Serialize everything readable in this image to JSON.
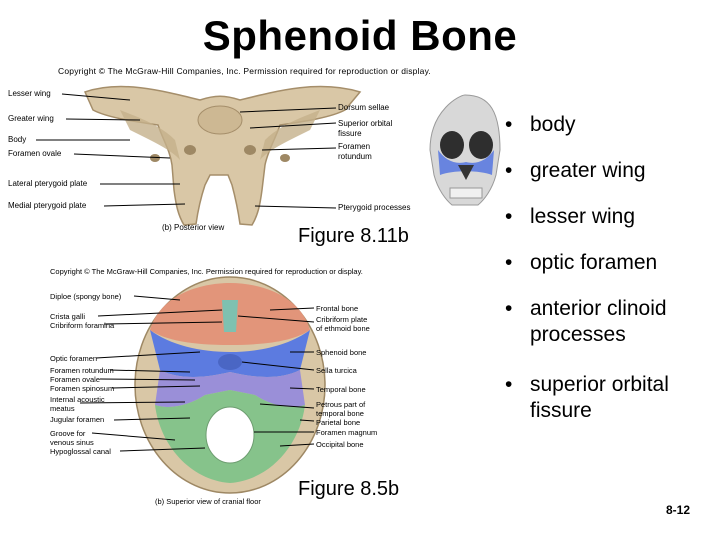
{
  "title": "Sphenoid Bone",
  "copyright_top": "Copyright © The McGraw-Hill Companies, Inc. Permission required for reproduction or display.",
  "copyright_bottom": "Copyright © The McGraw-Hill Companies, Inc. Permission required for reproduction or display.",
  "figure_top": {
    "labels_left": [
      "Lesser wing",
      "Greater wing",
      "Body",
      "Foramen ovale",
      "Lateral pterygoid plate",
      "Medial pterygoid plate"
    ],
    "labels_right": [
      "Dorsum sellae",
      "Superior orbital",
      "fissure",
      "Foramen",
      "rotundum",
      "Pterygoid processes"
    ],
    "view_caption": "(b) Posterior view",
    "figure_caption": "Figure 8.11b"
  },
  "figure_bottom": {
    "labels_left": [
      "Diploe (spongy bone)",
      "Crista galli",
      "Cribriform foramina",
      "Optic foramen",
      "Foramen rotundum",
      "Foramen ovale",
      "Foramen spinosum",
      "Internal acoustic",
      "meatus",
      "Jugular foramen",
      "Groove for",
      "venous sinus",
      "Hypoglossal canal"
    ],
    "labels_right": [
      "Frontal bone",
      "Cribriform plate",
      "of ethmoid bone",
      "Sphenoid bone",
      "Sella turcica",
      "Temporal bone",
      "Petrous part of",
      "temporal bone",
      "Parietal bone",
      "Foramen magnum",
      "Occipital bone"
    ],
    "view_caption": "(b) Superior view of cranial floor",
    "figure_caption": "Figure 8.5b"
  },
  "bullets": [
    {
      "dot": "•",
      "text": "body"
    },
    {
      "dot": "•",
      "text": "greater wing"
    },
    {
      "dot": "•",
      "text": "lesser wing"
    },
    {
      "dot": "•",
      "text": "optic foramen"
    },
    {
      "dot": "•",
      "text": "anterior clinoid processes"
    },
    {
      "dot": "•",
      "text": "superior orbital fissure"
    }
  ],
  "page_number": "8-12",
  "colors": {
    "bone_tan": "#d9c7a6",
    "frontal": "#e2957a",
    "ethmoid": "#7ec1b0",
    "sphenoid": "#5c7be0",
    "temporal": "#9a8fd8",
    "occipital": "#86c38b",
    "skull": "#d8d8d8"
  }
}
